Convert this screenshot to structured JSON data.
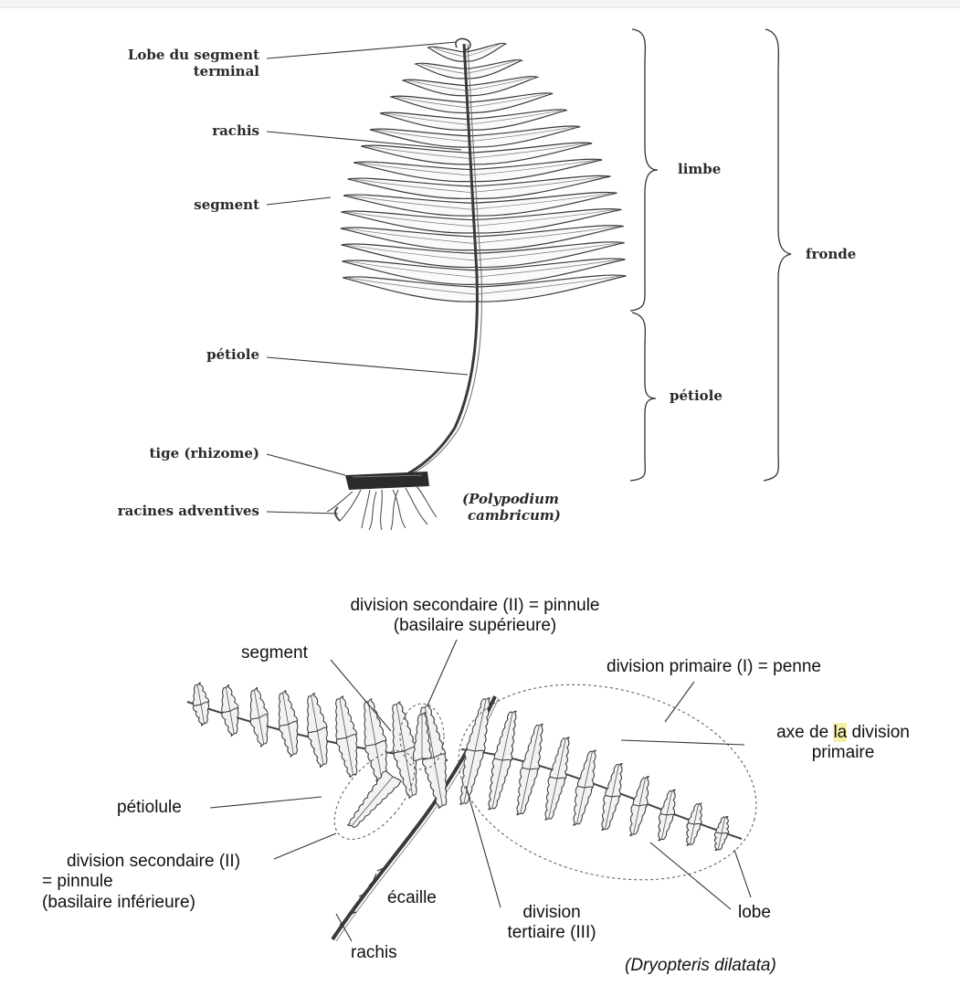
{
  "colors": {
    "ink": "#2a2a2a",
    "highlight": "#f6f0a6"
  },
  "top": {
    "labels": {
      "lobe_du_segment_terminal": [
        "Lobe du segment",
        "terminal"
      ],
      "rachis": "rachis",
      "segment": "segment",
      "petiole_left": "pétiole",
      "tige": "tige (rhizome)",
      "racines": "racines adventives",
      "limbe": "limbe",
      "petiole_right": "pétiole",
      "fronde": "fronde",
      "species": [
        "(Polypodium",
        "cambricum)"
      ]
    }
  },
  "bottom": {
    "labels": {
      "div_sec_sup": [
        "division secondaire (II) = pinnule",
        "(basilaire supérieure)"
      ],
      "segment": "segment",
      "div_prim": "division primaire (I) = penne",
      "axe_pre": "axe de ",
      "axe_hl": "la",
      "axe_post": " division",
      "axe_line2": "primaire",
      "petiolule": "pétiolule",
      "div_sec_inf": [
        "division secondaire (II)",
        "= pinnule",
        "(basilaire inférieure)"
      ],
      "ecaille": "écaille",
      "div_tert": [
        "division",
        "tertiaire (III)"
      ],
      "lobe": "lobe",
      "rachis": "rachis",
      "species": "(Dryopteris dilatata)"
    }
  }
}
